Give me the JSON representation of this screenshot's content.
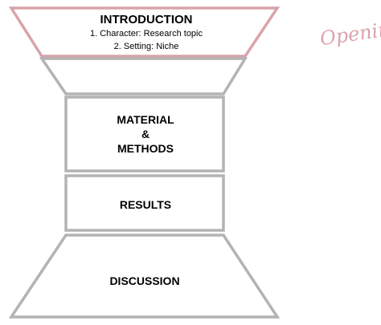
{
  "sections": {
    "introduction": {
      "title": "INTRODUCTION",
      "point_1": "1. Character: Research topic",
      "point_2": "2. Setting: Niche"
    },
    "methods": {
      "line_1": "MATERIAL",
      "line_2": "&",
      "line_3": "METHODS"
    },
    "results": {
      "title": "RESULTS"
    },
    "discussion": {
      "title": "DISCUSSION"
    }
  },
  "side_label": "Opening",
  "colors": {
    "intro_outline": "#d9a3ab",
    "section_outline": "#b3b3b3",
    "side_label": "#d9a3ab"
  }
}
